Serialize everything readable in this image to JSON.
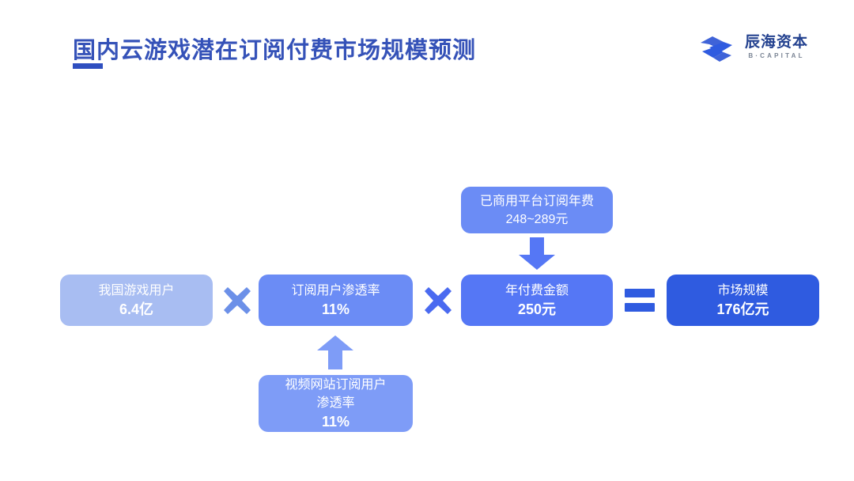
{
  "header": {
    "title": "国内云游戏潜在订阅付费市场规模预测",
    "accent_color": "#2f4fc0",
    "title_color": "#3552b8"
  },
  "logo": {
    "name": "辰海资本",
    "subtitle": "B·CAPITAL",
    "mark_icon": "chevron-pair-logo-icon",
    "mark_color": "#2f5be0"
  },
  "diagram": {
    "type": "flow-formula",
    "nodes": [
      {
        "id": "users",
        "label": "我国游戏用户",
        "value": "6.4亿",
        "color": "#a8bdf2"
      },
      {
        "id": "penetration",
        "label": "订阅用户渗透率",
        "value": "11%",
        "color": "#6b8cf5"
      },
      {
        "id": "annual_fee",
        "label": "年付费金额",
        "value": "250元",
        "color": "#5577f5"
      },
      {
        "id": "market_size",
        "label": "市场规模",
        "value": "176亿元",
        "color": "#2f5be0"
      },
      {
        "id": "platform_fee",
        "label": "已商用平台订阅年费",
        "value": "248~289元",
        "color": "#6b8cf5"
      },
      {
        "id": "video_penetration",
        "label": "视频网站订阅用户",
        "label2": "渗透率",
        "value": "11%",
        "color": "#7e9cf7"
      }
    ],
    "operators": [
      {
        "id": "times-1",
        "symbol": "×",
        "name": "multiply-icon",
        "color": "#6c90e8"
      },
      {
        "id": "times-2",
        "symbol": "×",
        "name": "multiply-icon",
        "color": "#4a6af0"
      },
      {
        "id": "equals",
        "symbol": "=",
        "name": "equals-icon",
        "color": "#2f5be0"
      }
    ],
    "arrows": [
      {
        "id": "arrow-down",
        "direction": "down",
        "color": "#5577f5"
      },
      {
        "id": "arrow-up",
        "direction": "up",
        "color": "#7e9cf7"
      }
    ]
  }
}
